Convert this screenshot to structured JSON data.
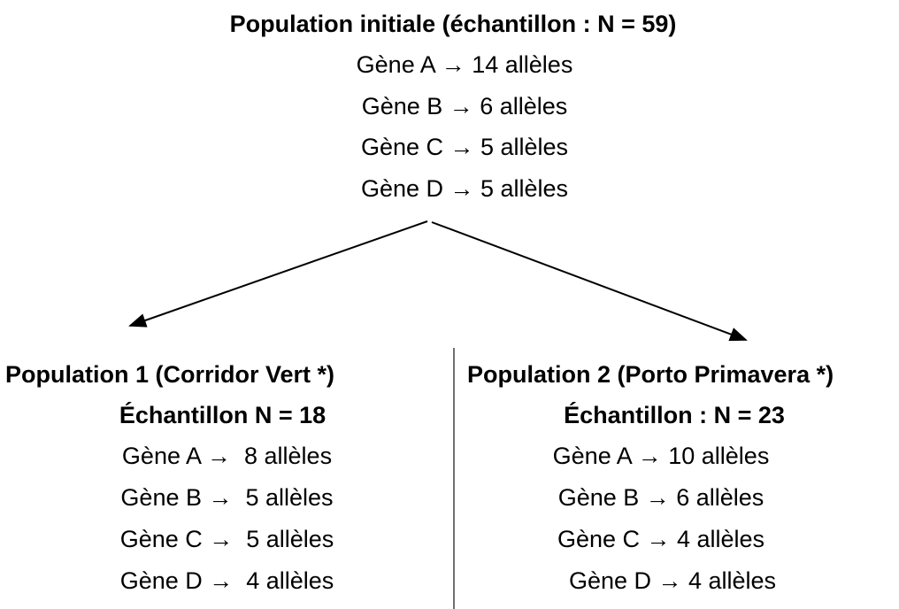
{
  "initial": {
    "title": "Population initiale (échantillon : N = 59)",
    "genes": [
      "Gène A → 14 allèles",
      "Gène B → 6 allèles",
      "Gène C → 5 allèles",
      "Gène D → 5 allèles"
    ]
  },
  "population1": {
    "title": "Population 1 (Corridor Vert *)",
    "sample": "Échantillon N = 18",
    "genes": [
      "Gène A →  8 allèles",
      "Gène B →  5 allèles",
      "Gène C →  5 allèles",
      "Gène D →  4 allèles"
    ]
  },
  "population2": {
    "title": "Population 2 (Porto Primavera *)",
    "sample": "Échantillon : N = 23",
    "genes": [
      "Gène A → 10 allèles",
      "Gène B → 6 allèles",
      "Gène C → 4 allèles",
      "Gène D → 4 allèles"
    ]
  },
  "colors": {
    "text": "#000000",
    "arrow": "#000000",
    "divider": "#707074"
  }
}
